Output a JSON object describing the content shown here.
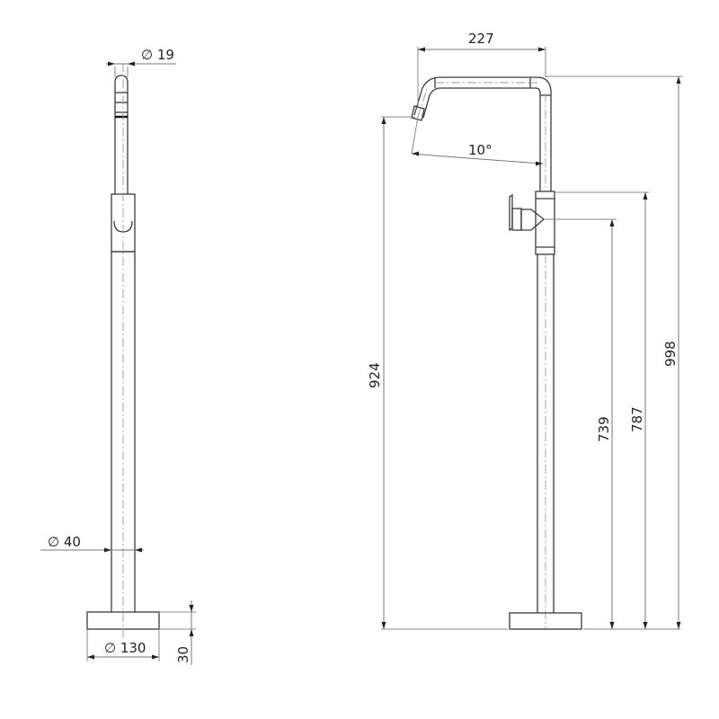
{
  "drawing": {
    "type": "technical-drawing",
    "subject": "Floor-standing bath mixer with spout",
    "units": "mm",
    "side_view": {
      "dimensions": {
        "spout_diameter": "∅ 19",
        "column_diameter": "∅ 40",
        "base_diameter": "∅ 130",
        "base_height": "30"
      }
    },
    "front_view": {
      "dimensions": {
        "spout_reach": "227",
        "spout_angle": "10°",
        "outlet_height": "924",
        "handle_center_height": "739",
        "body_top_height": "787",
        "overall_height": "998"
      }
    }
  }
}
